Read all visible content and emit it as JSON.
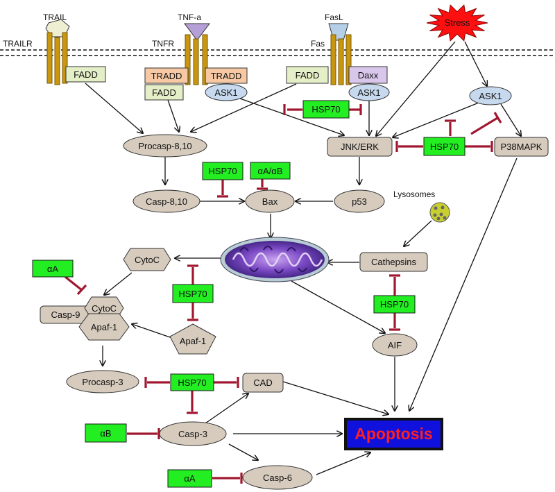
{
  "colors": {
    "hsp": "#22ee22",
    "hsp_border": "#1a1a1a",
    "node_fill": "#d6cbbd",
    "node_border": "#333333",
    "inhibit": "#a01830",
    "arrow": "#111111",
    "receptor": "#c8960f",
    "receptor_dark": "#7a5a08",
    "tradd": "#f6c9a4",
    "fadd": "#e4efc7",
    "daxx": "#d8c7ea",
    "ask": "#c7d9ee",
    "apoptosis_fill": "#1111dd",
    "apoptosis_text": "#ff2020",
    "stress_fill": "#ff1010",
    "lysosome": "#c8d030"
  },
  "membrane": {
    "receptors": [
      {
        "ligand": "TRAIL",
        "receptor": "TRAILR",
        "adaptors": [
          "FADD"
        ]
      },
      {
        "ligand": "TNF-a",
        "receptor": "TNFR",
        "adaptors": [
          "TRADD",
          "FADD",
          "TRADD",
          "ASK1"
        ]
      },
      {
        "ligand": "FasL",
        "receptor": "Fas",
        "adaptors": [
          "FADD",
          "Daxx",
          "ASK1"
        ]
      }
    ],
    "stress": "Stress"
  },
  "nodes": {
    "ask1": "ASK1",
    "procasp810": "Procasp-8,10",
    "jnk": "JNK/ERK",
    "p38": "P38MAPK",
    "casp810": "Casp-8,10",
    "bax": "Bax",
    "p53": "p53",
    "lysosomes": "Lysosomes",
    "cathepsins": "Cathepsins",
    "cytoc": "CytoC",
    "casp9": "Casp-9",
    "cytoc_complex": "CytoC",
    "apaf1_complex": "Apaf-1",
    "apaf1": "Apaf-1",
    "aif": "AIF",
    "procasp3": "Procasp-3",
    "cad": "CAD",
    "casp3": "Casp-3",
    "casp6": "Casp-6",
    "apoptosis": "Apoptosis"
  },
  "chaperones": {
    "hsp70_jnk_top": "HSP70",
    "hsp70_jnk_right": "HSP70",
    "hsp70_bax": "HSP70",
    "aab_bax": "αA/αB",
    "aa_complex": "αA",
    "hsp70_cytoc": "HSP70",
    "hsp70_aif": "HSP70",
    "hsp70_casp3": "HSP70",
    "ab_casp3": "αB",
    "aa_casp6": "αA"
  }
}
